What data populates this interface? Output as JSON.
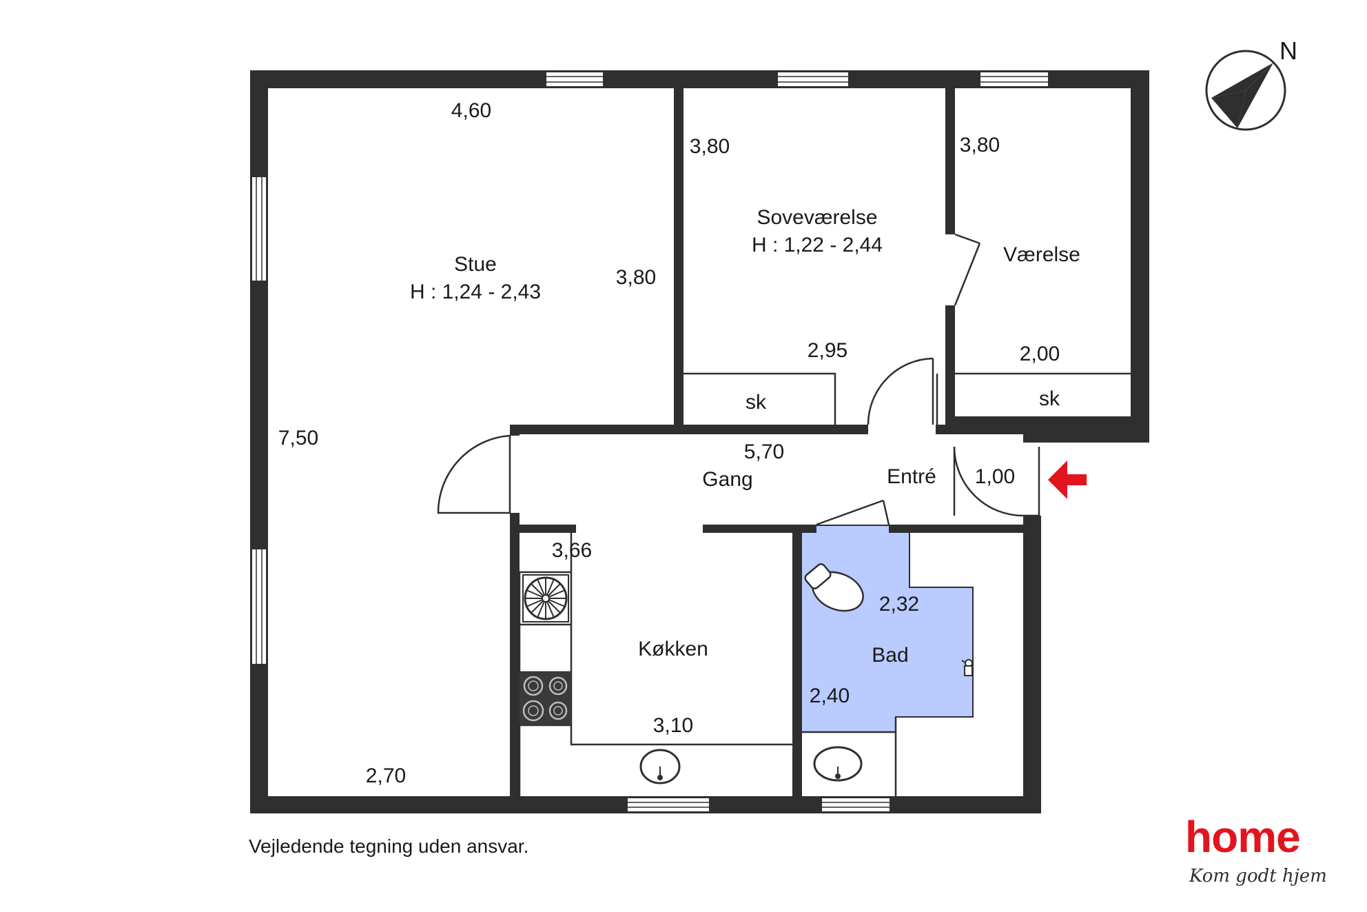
{
  "rooms": {
    "stue": {
      "name": "Stue",
      "height": "H : 1,24 - 2,43"
    },
    "sovevaerelse": {
      "name": "Soveværelse",
      "height": "H : 1,22 - 2,44"
    },
    "vaerelse": {
      "name": "Værelse"
    },
    "gang": {
      "name": "Gang"
    },
    "entre": {
      "name": "Entré"
    },
    "kokken": {
      "name": "Køkken"
    },
    "bad": {
      "name": "Bad"
    },
    "sk1": {
      "name": "sk"
    },
    "sk2": {
      "name": "sk"
    }
  },
  "dimensions": {
    "stue_top": "4,60",
    "stue_right": "3,80",
    "stue_left": "7,50",
    "stue_bottom": "2,70",
    "sove_left": "3,80",
    "sove_bottom": "2,95",
    "vaer_left": "3,80",
    "vaer_bottom": "2,00",
    "gang_top": "5,70",
    "entre_width": "1,00",
    "kokken_top": "3,66",
    "kokken_bottom": "3,10",
    "bad_top": "2,32",
    "bad_left": "2,40"
  },
  "compass": {
    "label": "N"
  },
  "disclaimer": "Vejledende tegning uden ansvar.",
  "brand": {
    "logo_text": "home",
    "slogan": "Kom godt hjem",
    "color": "#e3141e"
  },
  "colors": {
    "wall": "#2f2f2f",
    "bathroom_fill": "#b9cbff",
    "entrance_arrow": "#e3141e"
  },
  "icons": {
    "compass": "compass-icon",
    "entrance": "entrance-arrow-icon",
    "stove": "stove-icon",
    "fan": "fan-icon",
    "sink": "sink-icon",
    "toilet": "toilet-icon",
    "shower": "shower-icon"
  }
}
